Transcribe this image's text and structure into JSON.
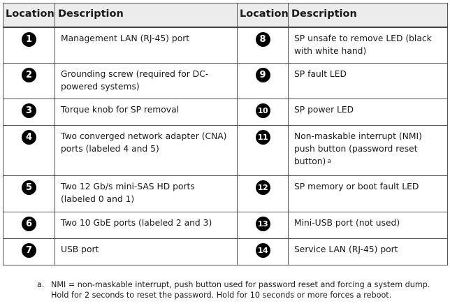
{
  "table": {
    "headers": [
      "Location",
      "Description",
      "Location",
      "Description"
    ],
    "rows": [
      {
        "left": {
          "num": "1",
          "desc": "Management LAN (RJ-45) port"
        },
        "right": {
          "num": "8",
          "desc": "SP unsafe to remove LED (black with white hand)"
        }
      },
      {
        "left": {
          "num": "2",
          "desc": "Grounding screw (required for DC-powered systems)"
        },
        "right": {
          "num": "9",
          "desc": "SP fault LED"
        }
      },
      {
        "left": {
          "num": "3",
          "desc": "Torque knob for SP removal"
        },
        "right": {
          "num": "10",
          "desc": "SP power LED"
        }
      },
      {
        "left": {
          "num": "4",
          "desc": "Two converged network adapter (CNA) ports (labeled 4 and 5)"
        },
        "right": {
          "num": "11",
          "desc": "Non-maskable interrupt (NMI) push button (password reset button)",
          "footnote_ref": "a"
        }
      },
      {
        "left": {
          "num": "5",
          "desc": "Two 12 Gb/s mini-SAS HD ports (labeled 0 and 1)"
        },
        "right": {
          "num": "12",
          "desc": "SP memory or boot fault LED"
        }
      },
      {
        "left": {
          "num": "6",
          "desc": "Two 10 GbE ports (labeled 2 and 3)"
        },
        "right": {
          "num": "13",
          "desc": "Mini-USB port (not used)"
        }
      },
      {
        "left": {
          "num": "7",
          "desc": "USB port"
        },
        "right": {
          "num": "14",
          "desc": "Service LAN (RJ-45) port"
        }
      }
    ]
  },
  "footnote": {
    "marker": "a.",
    "text": "NMI = non-maskable interrupt, push button used for password reset and forcing a system dump. Hold for 2 seconds to reset the password. Hold for 10 seconds or more forces a reboot."
  }
}
